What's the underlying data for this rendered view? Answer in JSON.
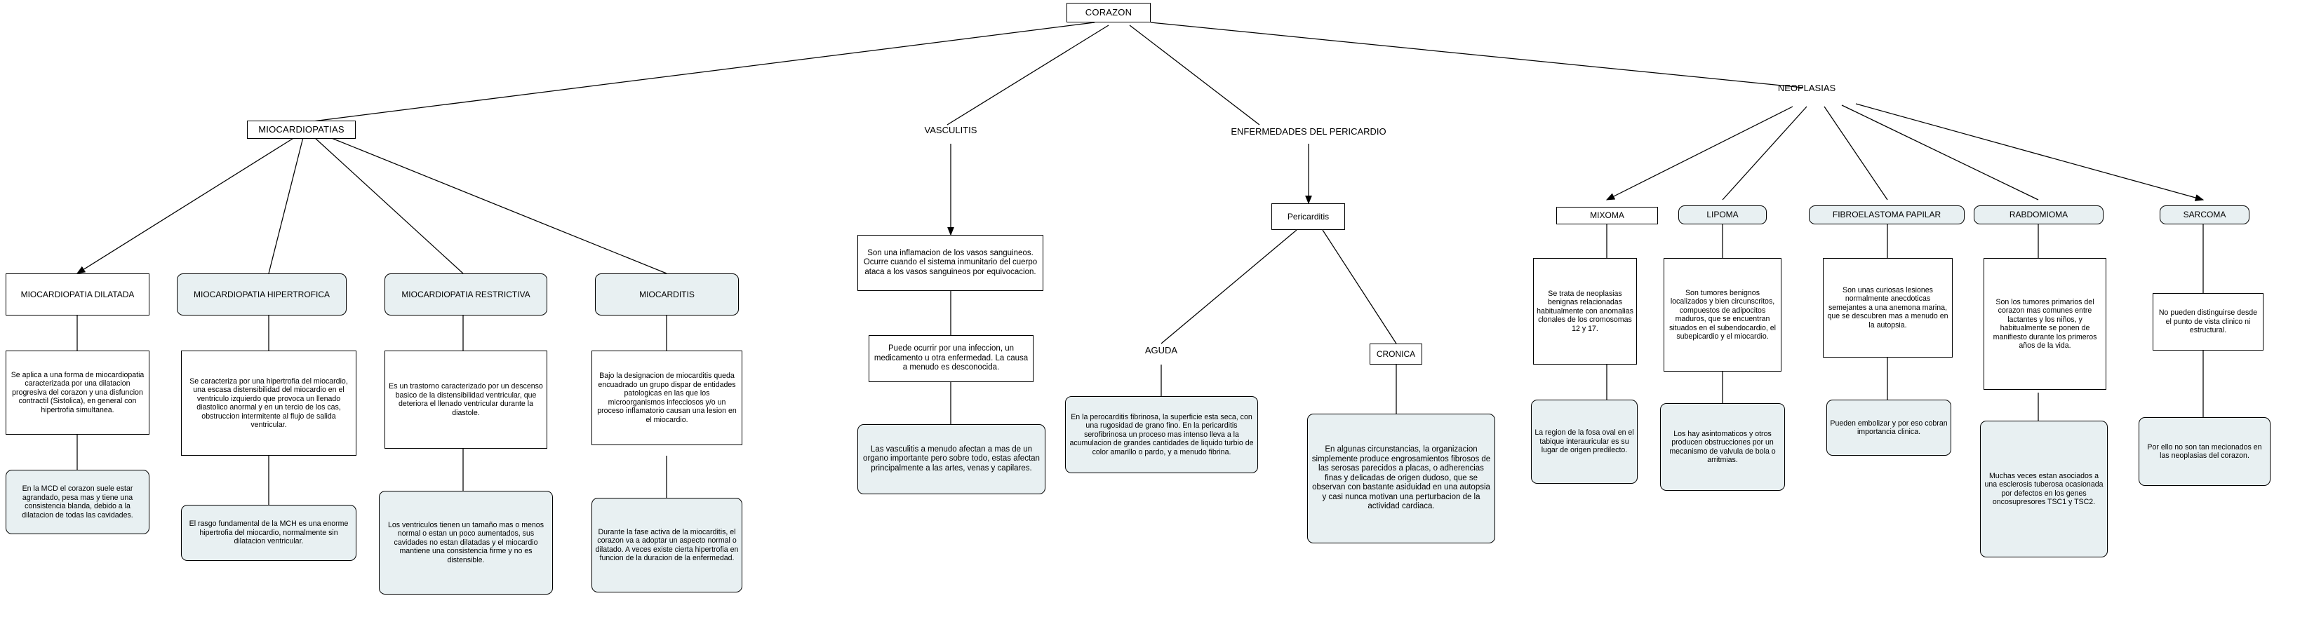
{
  "map": {
    "title": "CORAZON",
    "root": {
      "label": "CORAZON"
    },
    "branches": [
      {
        "label": "MIOCARDIOPATIAS"
      },
      {
        "label": "VASCULITIS"
      },
      {
        "label": "ENFERMEDADES DEL PERICARDIO"
      },
      {
        "label": "NEOPLASIAS"
      }
    ],
    "miocardiopatias": {
      "columns": [
        {
          "title": "MIOCARDIOPATIA DILATADA",
          "notes": [
            "Se aplica a una forma de miocardiopatia caracterizada por una dilatacion progresiva del corazon y una disfuncion contractil (Sistolica), en general con hipertrofia simultanea.",
            "En la MCD el corazon suele estar agrandado, pesa mas y tiene una consistencia blanda, debido a la dilatacion de todas las cavidades."
          ]
        },
        {
          "title": "MIOCARDIOPATIA HIPERTROFICA",
          "notes": [
            "Se caracteriza por una hipertrofia del miocardio, una escasa distensibilidad del miocardio en el ventriculo izquierdo que provoca un llenado diastolico anormal y en un tercio de los cas, obstruccion intermitente al flujo de salida ventricular.",
            "El rasgo fundamental de la MCH es una enorme hipertrofia del miocardio, normalmente sin dilatacion ventricular."
          ]
        },
        {
          "title": "MIOCARDIOPATIA RESTRICTIVA",
          "notes": [
            "Es un trastorno caracterizado por un descenso basico de la distensibilidad ventricular, que deteriora el llenado ventricular durante la diastole.",
            "Los ventriculos tienen un tamaño mas o menos normal o estan un poco aumentados, sus cavidades no estan dilatadas y el miocardio mantiene una consistencia firme y no es distensible."
          ]
        },
        {
          "title": "MIOCARDITIS",
          "notes": [
            "Bajo la designacion de miocarditis queda encuadrado un grupo dispar de entidades patologicas en las que los microorganismos infecciosos y/o un proceso inflamatorio causan una lesion en el miocardio.",
            "Durante la fase activa de la miocarditis, el corazon va a adoptar un aspecto normal o dilatado. A veces existe cierta hipertrofia en funcion de la duracion de la enfermedad."
          ]
        }
      ]
    },
    "vasculitis": {
      "label": "VASCULITIS",
      "notes": [
        "Son una inflamacion de los vasos sanguineos. Ocurre cuando el sistema inmunitario del cuerpo ataca a los vasos sanguineos por equivocacion.",
        "Puede ocurrir por una infeccion, un medicamento u otra enfermedad. La causa a menudo es desconocida.",
        "Las vasculitis a menudo afectan a mas de un organo importante pero sobre todo, estas afectan principalmente a las artes, venas y capilares."
      ]
    },
    "pericardio": {
      "label": "ENFERMEDADES DEL PERICARDIO",
      "child": {
        "label": "Pericarditis"
      },
      "subtypes": [
        {
          "label": "AGUDA",
          "note": "En la perocarditis fibrinosa, la superficie esta seca, con una rugosidad de grano fino. En la pericarditis serofibrinosa un proceso mas intenso lleva a la acumulacion de grandes cantidades de liquido turbio de color amarillo o pardo, y a menudo fibrina."
        },
        {
          "label": "CRONICA",
          "note": "En algunas circunstancias, la organizacion simplemente produce engrosamientos fibrosos de las serosas parecidos a placas, o adherencias finas y delicadas de origen dudoso, que se observan con bastante asiduidad en una autopsia y casi nunca motivan una perturbacion de la actividad cardiaca."
        }
      ]
    },
    "neoplasias": {
      "label": "NEOPLASIAS",
      "columns": [
        {
          "title": "MIXOMA",
          "notes": [
            "Se trata de neoplasias benignas relacionadas habitualmente con anomalias clonales de los cromosomas 12 y 17.",
            "La region de la fosa oval en el tabique interauricular es su lugar de origen predilecto."
          ]
        },
        {
          "title": "LIPOMA",
          "notes": [
            "Son tumores  benignos localizados y bien circunscritos, compuestos de adipocitos maduros, que se encuentran situados en el subendocardio, el subepicardio y el miocardio.",
            "Los hay asintomaticos y otros producen obstrucciones por un mecanismo de valvula de bola o arritmias."
          ]
        },
        {
          "title": "FIBROELASTOMA PAPILAR",
          "notes": [
            "Son unas curiosas lesiones normalmente anecdoticas semejantes a una anemona marina, que se descubren mas a menudo en la autopsia.",
            "Pueden embolizar y por eso cobran importancia clinica."
          ]
        },
        {
          "title": "RABDOMIOMA",
          "notes": [
            "Son los tumores primarios del corazon mas comunes entre lactantes y los niños, y habitualmente se ponen de manifiesto durante los primeros años de la vida.",
            "Muchas veces estan asociados a una esclerosis tuberosa ocasionada por defectos en los genes oncosupresores TSC1 y TSC2."
          ]
        },
        {
          "title": "SARCOMA",
          "notes": [
            "No pueden distinguirse desde el punto de vista clinico ni estructural.",
            "Por ello no son tan mecionados en las neoplasias del corazon."
          ]
        }
      ]
    },
    "colors": {
      "node_fill": "#e8f0f2",
      "stroke": "#000000",
      "background": "#ffffff"
    }
  }
}
